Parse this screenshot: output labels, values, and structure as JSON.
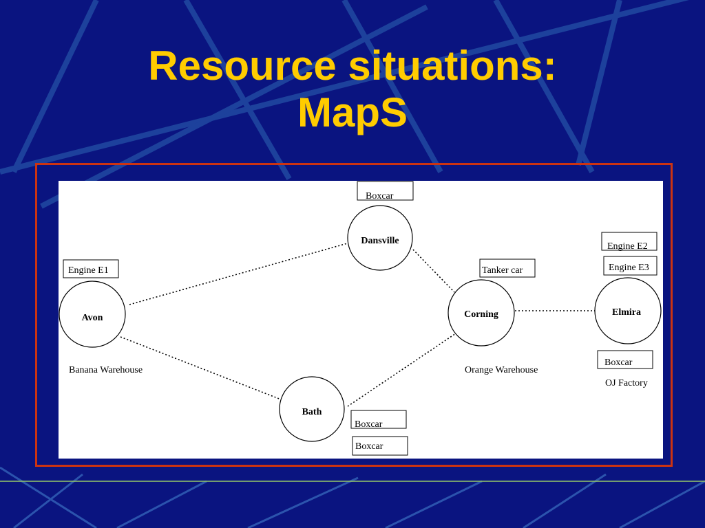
{
  "slide": {
    "title_line1": "Resource situations:",
    "title_line2": "MapS"
  },
  "colors": {
    "background": "#0a1480",
    "title": "#ffcc00",
    "frame": "#cc3311",
    "panel": "#ffffff"
  },
  "map": {
    "nodes": {
      "avon": "Avon",
      "dansville": "Dansville",
      "corning": "Corning",
      "bath": "Bath",
      "elmira": "Elmira"
    },
    "boxes": {
      "dansville_boxcar": "Boxcar",
      "avon_engine": "Engine E1",
      "corning_tanker": "Tanker car",
      "elmira_engine_e2": "Engine E2",
      "elmira_engine_e3": "Engine E3",
      "elmira_boxcar": "Boxcar",
      "bath_boxcar_1": "Boxcar",
      "bath_boxcar_2": "Boxcar"
    },
    "places": {
      "avon": "Banana Warehouse",
      "corning": "Orange Warehouse",
      "elmira": "OJ Factory"
    },
    "routes": [
      [
        "Avon",
        "Dansville"
      ],
      [
        "Avon",
        "Bath"
      ],
      [
        "Dansville",
        "Corning"
      ],
      [
        "Bath",
        "Corning"
      ],
      [
        "Corning",
        "Elmira"
      ]
    ]
  }
}
